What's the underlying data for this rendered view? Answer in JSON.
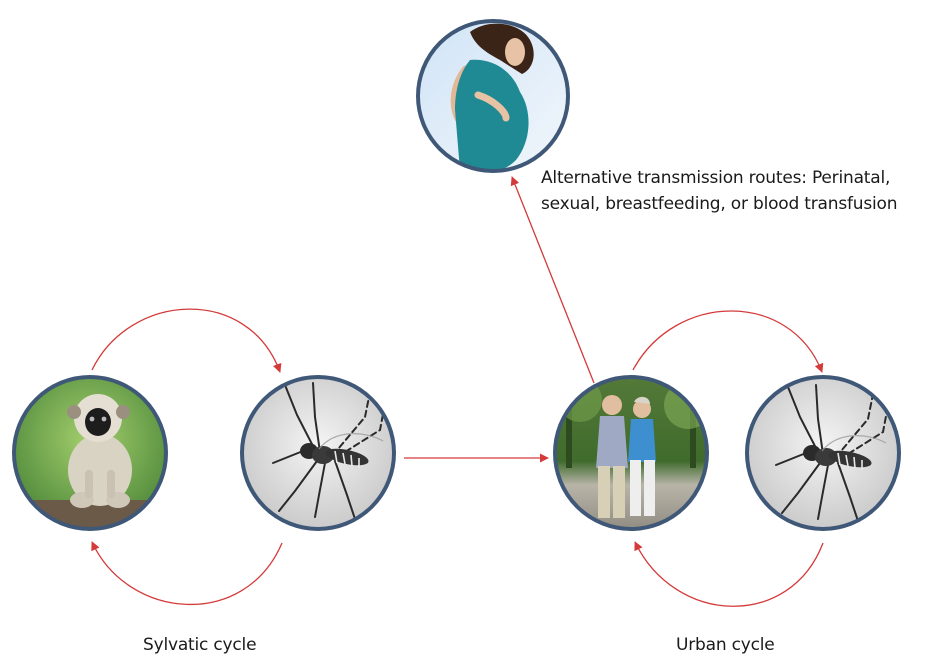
{
  "labels": {
    "alternative_line1": "Alternative transmission routes: Perinatal,",
    "alternative_line2": "sexual, breastfeeding, or blood transfusion",
    "sylvatic": "Sylvatic cycle",
    "urban": "Urban cycle"
  },
  "colors": {
    "arrow": "#d43a3a",
    "circle_border": "#3f5878"
  },
  "nodes": [
    {
      "id": "pregnant-woman",
      "picture": "pregnant woman"
    },
    {
      "id": "monkey",
      "picture": "monkey"
    },
    {
      "id": "mosquito-sylvatic",
      "picture": "mosquito"
    },
    {
      "id": "elderly-couple",
      "picture": "elderly couple"
    },
    {
      "id": "mosquito-urban",
      "picture": "mosquito"
    }
  ]
}
